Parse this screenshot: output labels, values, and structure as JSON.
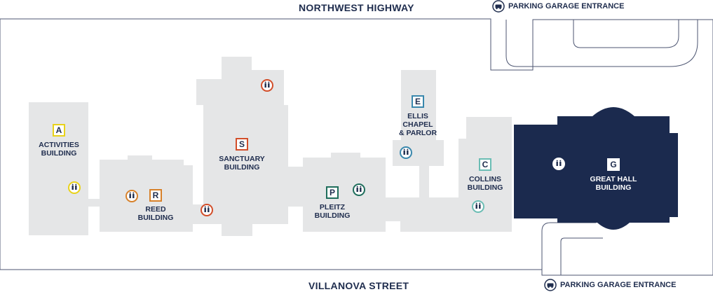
{
  "streets": {
    "north": "NORTHWEST HIGHWAY",
    "south": "VILLANOVA STREET"
  },
  "garage_entrances": [
    {
      "label": "PARKING GARAGE ENTRANCE",
      "icon": "car-icon"
    },
    {
      "label": "PARKING GARAGE ENTRANCE",
      "icon": "car-icon"
    }
  ],
  "buildings": {
    "activities": {
      "letter": "A",
      "line1": "ACTIVITIES",
      "line2": "BUILDING",
      "color": "#e8d21b"
    },
    "reed": {
      "letter": "R",
      "line1": "REED",
      "line2": "BUILDING",
      "color": "#d7812a"
    },
    "sanctuary": {
      "letter": "S",
      "line1": "SANCTUARY",
      "line2": "BUILDING",
      "color": "#d24e2a"
    },
    "pleitz": {
      "letter": "P",
      "line1": "PLEITZ",
      "line2": "BUILDING",
      "color": "#1f6e5c"
    },
    "ellis": {
      "letter": "E",
      "line1": "ELLIS",
      "line2": "CHAPEL",
      "line3": "& PARLOR",
      "color": "#3a88ad"
    },
    "collins": {
      "letter": "C",
      "line1": "COLLINS",
      "line2": "BUILDING",
      "color": "#6bbdb4"
    },
    "great_hall": {
      "letter": "G",
      "line1": "GREAT HALL",
      "line2": "BUILDING",
      "color": "#1b2a4e"
    }
  },
  "colors": {
    "building_fill": "#e5e6e7",
    "outline": "#4d5672",
    "street_text": "#1f2d4e",
    "great_hall_fill": "#1b2a4e"
  },
  "icons": {
    "restroom": "restroom-icon",
    "parking": "car-icon"
  }
}
